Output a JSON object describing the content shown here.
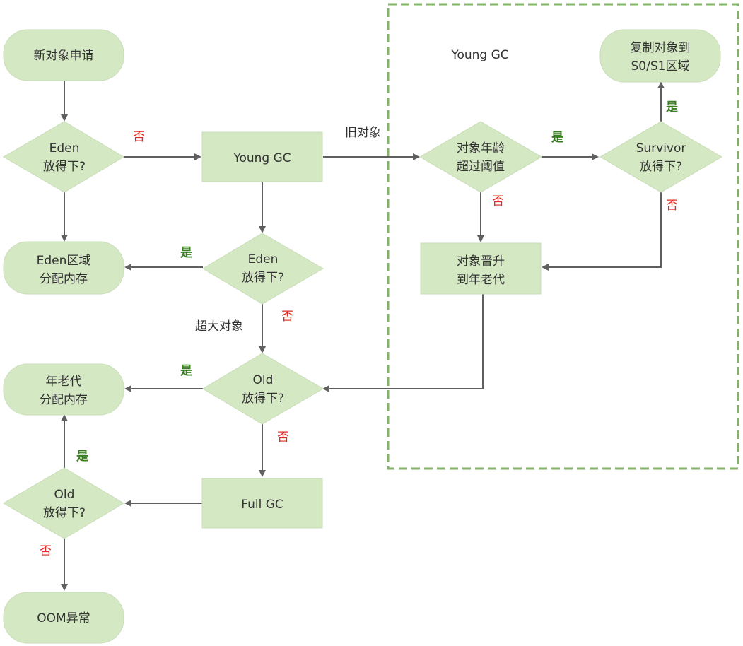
{
  "colors": {
    "node_fill": "#d5e8c4",
    "node_stroke": "#c9ddb8",
    "edge": "#5f5f5f",
    "region_border": "#82b366",
    "yes": "#3b7d23",
    "no": "#e02a1f"
  },
  "region": {
    "label": "Young GC"
  },
  "nodes": {
    "new_object": "新对象申请",
    "eden_check_1": [
      "Eden",
      "放得下?"
    ],
    "young_gc": "Young GC",
    "age_check": [
      "对象年龄",
      "超过阈值"
    ],
    "survivor_check": [
      "Survivor",
      "放得下?"
    ],
    "copy_to_survivor": [
      "复制对象到",
      "S0/S1区域"
    ],
    "eden_alloc": [
      "Eden区域",
      "分配内存"
    ],
    "eden_check_2": [
      "Eden",
      "放得下?"
    ],
    "promote_old": [
      "对象晋升",
      "到年老代"
    ],
    "old_alloc": [
      "年老代",
      "分配内存"
    ],
    "old_check_1": [
      "Old",
      "放得下?"
    ],
    "full_gc": "Full GC",
    "old_check_2": [
      "Old",
      "放得下?"
    ],
    "oom": "OOM异常"
  },
  "edge_labels": {
    "eden1_to_younggc": "否",
    "younggc_to_age": "旧对象",
    "age_to_survivor": "是",
    "survivor_to_copy": "是",
    "age_to_promote": "否",
    "survivor_to_promote": "否",
    "eden2_to_alloc": "是",
    "eden2_to_old": "否",
    "large_object": "超大对象",
    "old1_to_alloc": "是",
    "old1_to_fullgc": "否",
    "old2_to_alloc": "是",
    "old2_to_oom": "否"
  }
}
